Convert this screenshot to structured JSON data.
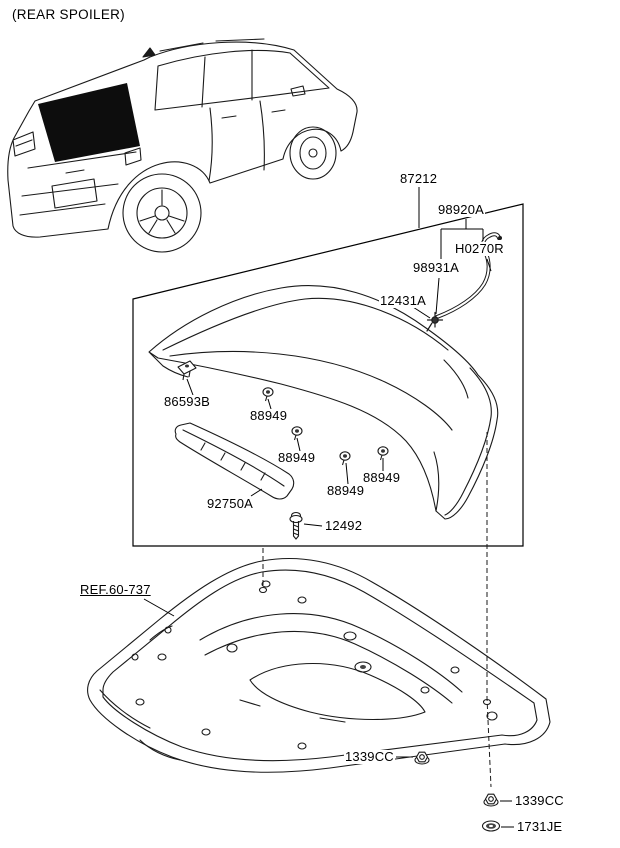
{
  "title": "(REAR SPOILER)",
  "callouts": {
    "spoiler_assy": "87212",
    "washer_hose_assy": "98920A",
    "washer_hose": "H0270R",
    "hose_clip": "98931A",
    "hose_grommet": "12431A",
    "spoiler_clip": "86593B",
    "pad_1": "88949",
    "pad_2": "88949",
    "pad_3": "88949",
    "pad_4": "88949",
    "high_mount_lamp": "92750A",
    "screw": "12492",
    "panel_ref": "REF.60-737",
    "nut_panel": "1339CC",
    "nut_lower": "1339CC",
    "washer_lower": "1731JE"
  }
}
